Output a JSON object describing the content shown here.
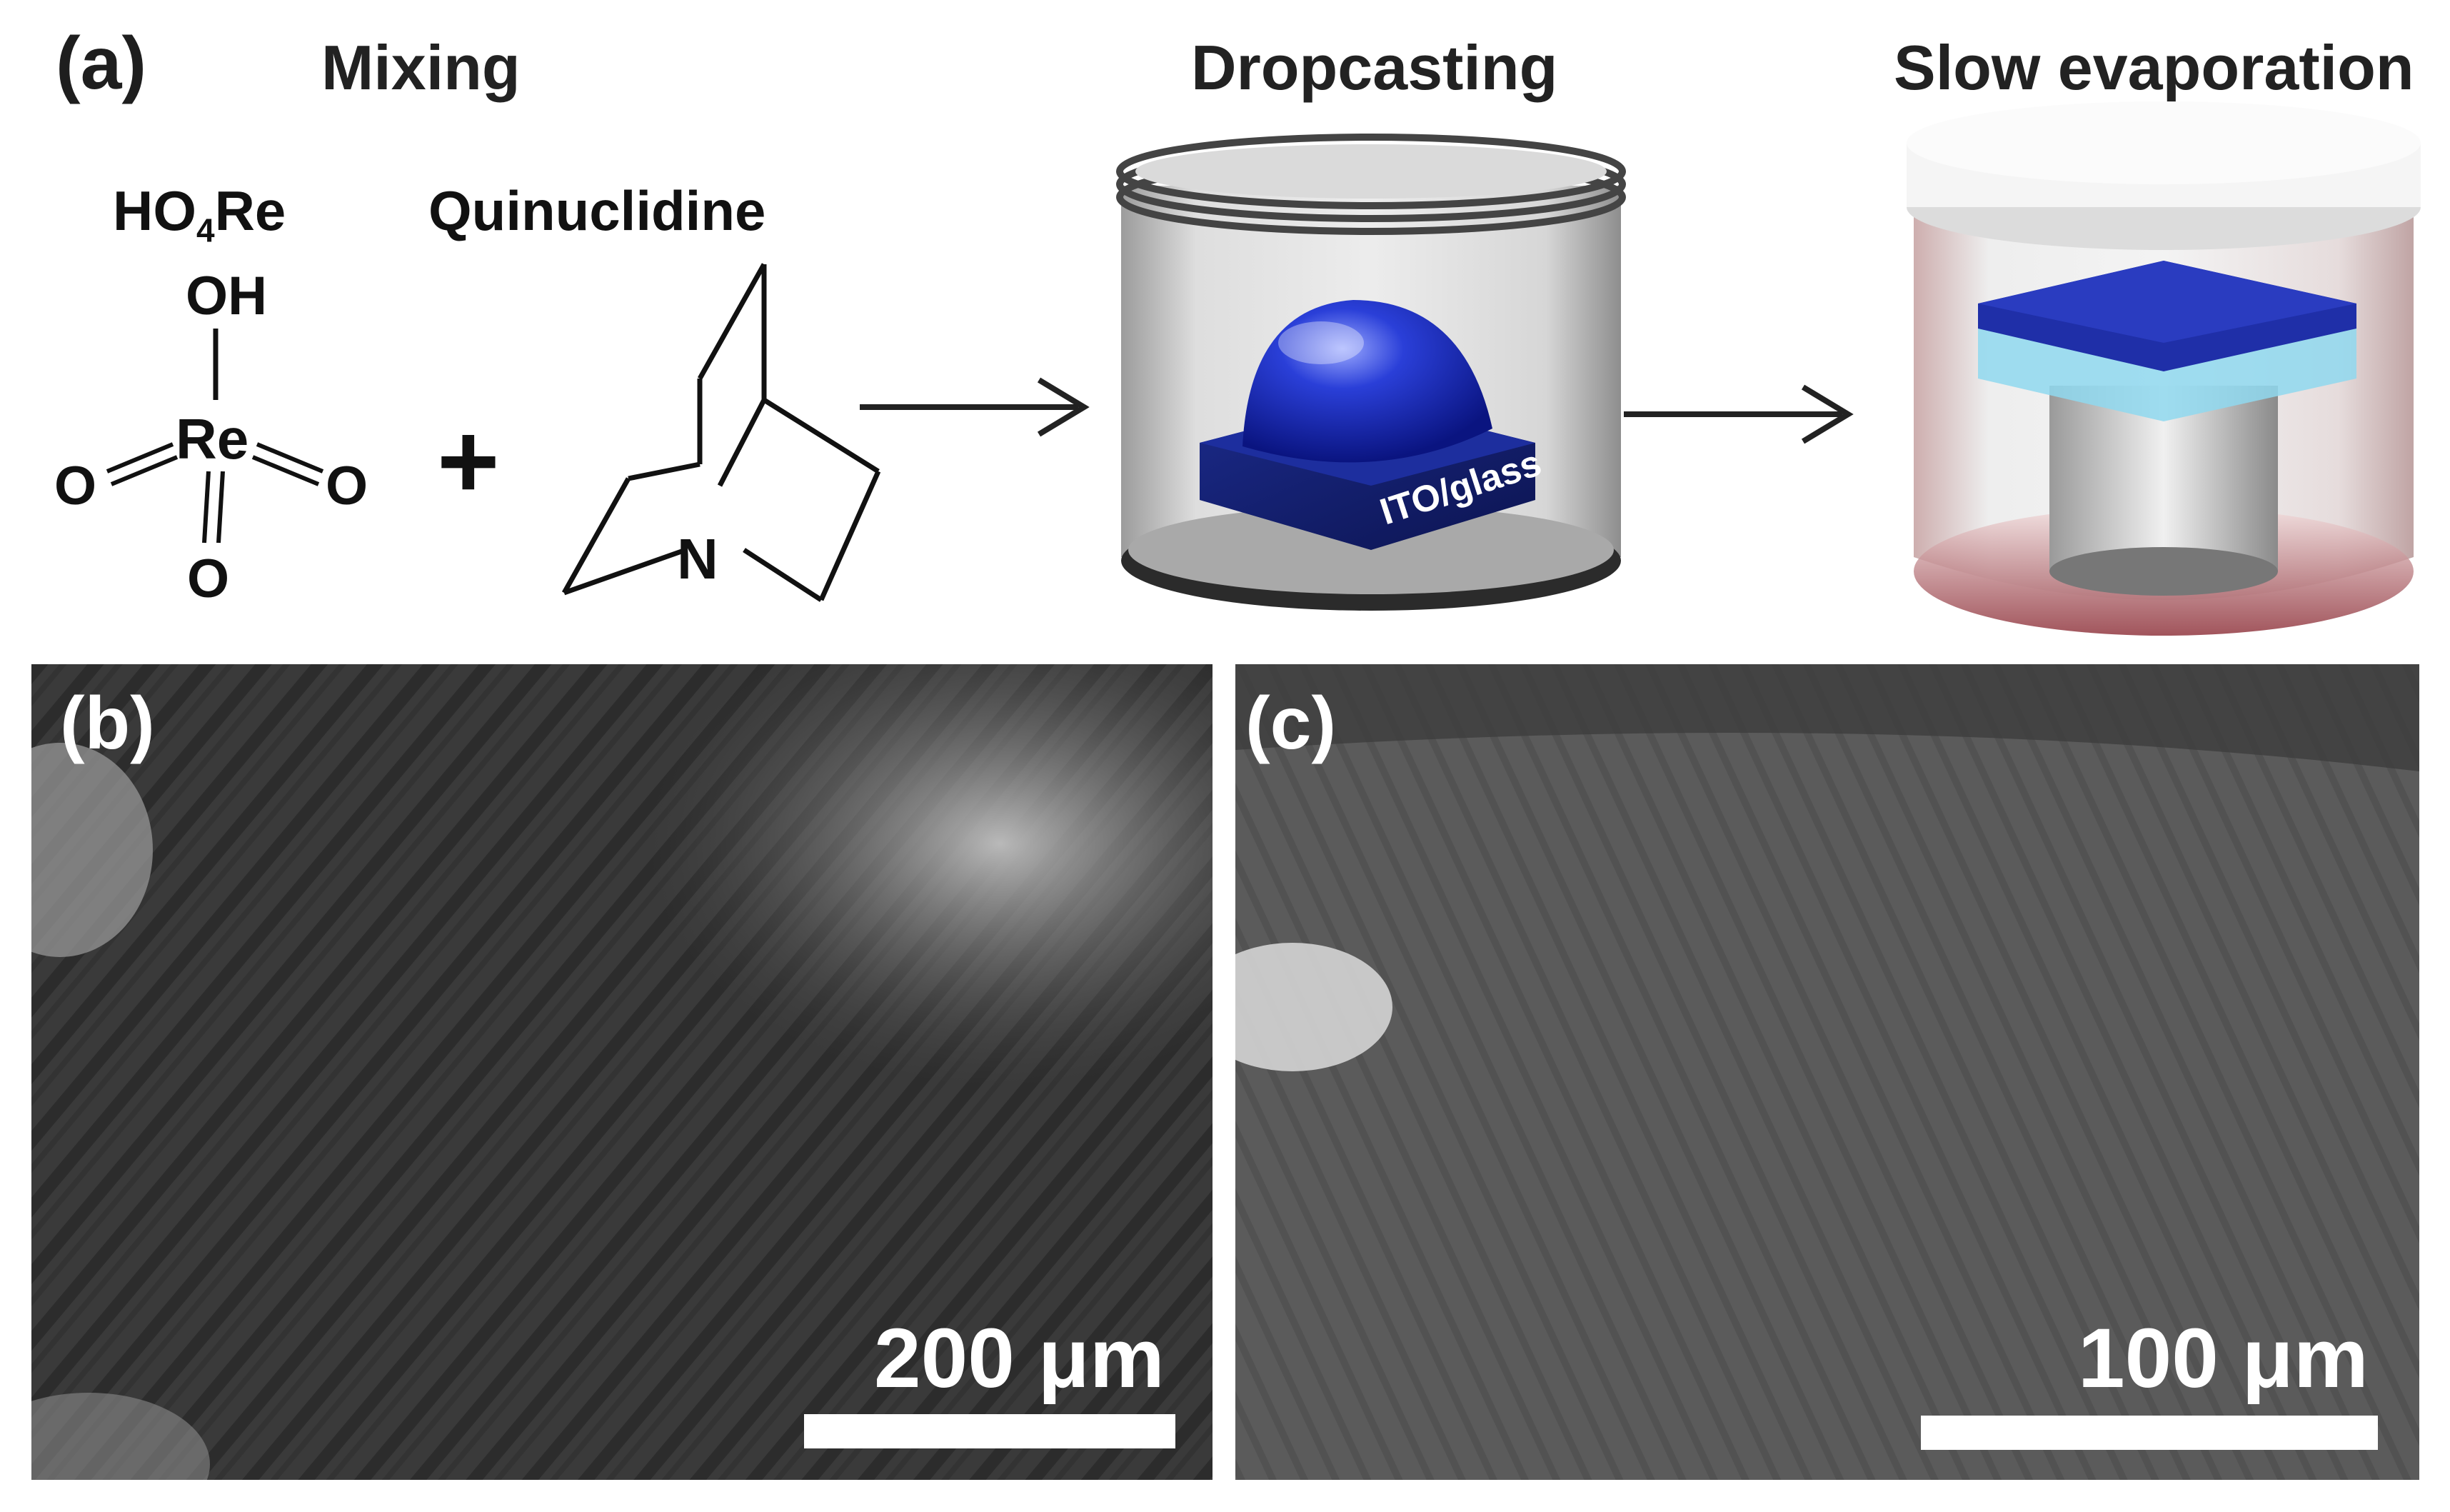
{
  "panels": {
    "a": {
      "label": "(a)",
      "steps": [
        "Mixing",
        "Dropcasting",
        "Slow evaporation"
      ],
      "reagent1": {
        "name_prefix": "HO",
        "name_sub": "4",
        "name_suffix": "Re",
        "oh": "OH",
        "re": "Re",
        "o_left": "O",
        "o_right": "O",
        "o_bottom": "O"
      },
      "plus": "+",
      "reagent2": {
        "name": "Quinuclidine",
        "n": "N"
      },
      "substrate_label": "ITO/glass"
    },
    "b": {
      "label": "(b)",
      "scale_bar": "200 μm"
    },
    "c": {
      "label": "(c)",
      "scale_bar": "100 μm"
    }
  }
}
